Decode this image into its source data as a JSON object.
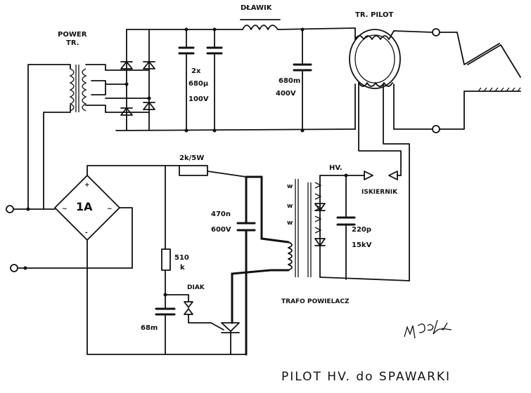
{
  "diagram": {
    "title": "PILOT HV. do SPAWARKI",
    "signature": "mpo",
    "labels": {
      "power_tr": [
        "POWER",
        "TR."
      ],
      "dlawik": "DŁAWIK",
      "tr_pilot": "TR. PILOT",
      "cap_bank": [
        "2x",
        "680μ",
        "100V"
      ],
      "cap_680": [
        "680m",
        "400V"
      ],
      "resistor_2k": "2k/5W",
      "bridge_rating": "1A",
      "cap_470": [
        "470n",
        "600V"
      ],
      "resistor_510": [
        "510",
        "k"
      ],
      "diak": "DIAK",
      "cap_68": "68m",
      "hv": "HV.",
      "iskiernik": "ISKIERNIK",
      "cap_220p": [
        "220p",
        "15kV"
      ],
      "trafo_powielacz": "TRAFO POWIELACZ",
      "winding_small": [
        "w",
        "w",
        "w"
      ],
      "bridge_plus": "+",
      "bridge_ac": "~",
      "bridge_minus": "-"
    }
  }
}
